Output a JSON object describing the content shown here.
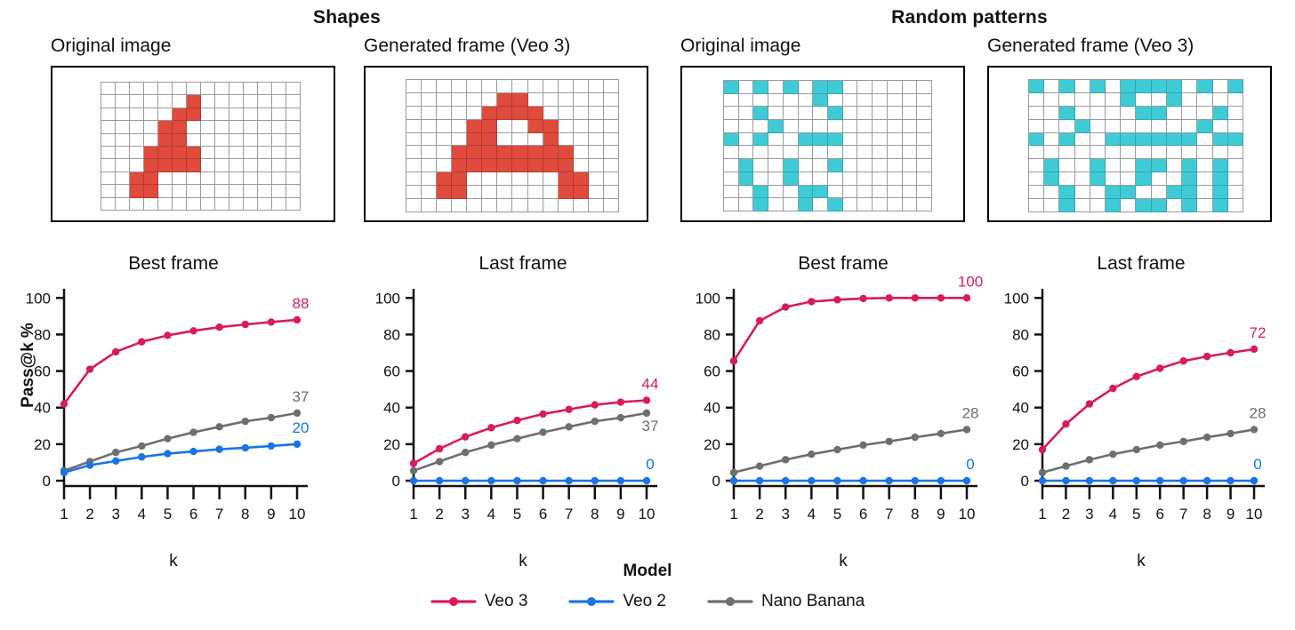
{
  "groups": [
    {
      "title": "Shapes"
    },
    {
      "title": "Random patterns"
    }
  ],
  "image_panels": [
    {
      "caption": "Original image",
      "color": "#e04b3e",
      "group": "Shapes"
    },
    {
      "caption": "Generated frame (Veo 3)",
      "color": "#e04b3e",
      "group": "Shapes"
    },
    {
      "caption": "Original image",
      "color": "#3fcbd6",
      "group": "Random patterns"
    },
    {
      "caption": "Generated frame (Veo 3)",
      "color": "#3fcbd6",
      "group": "Random patterns"
    }
  ],
  "grids": {
    "shapes_original": {
      "cols": 14,
      "rows": 10,
      "on": [
        [
          1,
          6
        ],
        [
          2,
          5
        ],
        [
          2,
          6
        ],
        [
          3,
          4
        ],
        [
          3,
          5
        ],
        [
          4,
          4
        ],
        [
          4,
          5
        ],
        [
          5,
          3
        ],
        [
          5,
          4
        ],
        [
          5,
          5
        ],
        [
          5,
          6
        ],
        [
          6,
          3
        ],
        [
          6,
          4
        ],
        [
          6,
          5
        ],
        [
          6,
          6
        ],
        [
          7,
          2
        ],
        [
          7,
          3
        ],
        [
          8,
          2
        ],
        [
          8,
          3
        ]
      ]
    },
    "shapes_generated": {
      "cols": 14,
      "rows": 10,
      "on": [
        [
          1,
          6
        ],
        [
          1,
          7
        ],
        [
          2,
          5
        ],
        [
          2,
          6
        ],
        [
          2,
          7
        ],
        [
          2,
          8
        ],
        [
          3,
          4
        ],
        [
          3,
          5
        ],
        [
          3,
          8
        ],
        [
          3,
          9
        ],
        [
          4,
          4
        ],
        [
          4,
          5
        ],
        [
          4,
          9
        ],
        [
          5,
          3
        ],
        [
          5,
          4
        ],
        [
          5,
          5
        ],
        [
          5,
          6
        ],
        [
          5,
          7
        ],
        [
          5,
          8
        ],
        [
          5,
          9
        ],
        [
          5,
          10
        ],
        [
          6,
          3
        ],
        [
          6,
          4
        ],
        [
          6,
          5
        ],
        [
          6,
          6
        ],
        [
          6,
          7
        ],
        [
          6,
          8
        ],
        [
          6,
          9
        ],
        [
          6,
          10
        ],
        [
          7,
          2
        ],
        [
          7,
          3
        ],
        [
          7,
          10
        ],
        [
          7,
          11
        ],
        [
          8,
          2
        ],
        [
          8,
          3
        ],
        [
          8,
          10
        ],
        [
          8,
          11
        ]
      ]
    },
    "random_original": {
      "cols": 14,
      "rows": 10,
      "on": [
        [
          0,
          0
        ],
        [
          0,
          2
        ],
        [
          0,
          4
        ],
        [
          0,
          6
        ],
        [
          0,
          7
        ],
        [
          1,
          6
        ],
        [
          2,
          2
        ],
        [
          2,
          7
        ],
        [
          3,
          3
        ],
        [
          4,
          0
        ],
        [
          4,
          2
        ],
        [
          4,
          5
        ],
        [
          4,
          6
        ],
        [
          4,
          7
        ],
        [
          6,
          1
        ],
        [
          6,
          4
        ],
        [
          6,
          7
        ],
        [
          7,
          1
        ],
        [
          7,
          4
        ],
        [
          8,
          2
        ],
        [
          8,
          5
        ],
        [
          8,
          6
        ],
        [
          9,
          2
        ],
        [
          9,
          5
        ],
        [
          9,
          7
        ]
      ]
    },
    "random_generated": {
      "cols": 14,
      "rows": 10,
      "on": [
        [
          0,
          0
        ],
        [
          0,
          2
        ],
        [
          0,
          4
        ],
        [
          0,
          6
        ],
        [
          0,
          7
        ],
        [
          0,
          8
        ],
        [
          0,
          9
        ],
        [
          0,
          11
        ],
        [
          0,
          13
        ],
        [
          1,
          6
        ],
        [
          1,
          9
        ],
        [
          2,
          2
        ],
        [
          2,
          7
        ],
        [
          2,
          8
        ],
        [
          2,
          12
        ],
        [
          3,
          3
        ],
        [
          3,
          11
        ],
        [
          4,
          0
        ],
        [
          4,
          2
        ],
        [
          4,
          5
        ],
        [
          4,
          6
        ],
        [
          4,
          7
        ],
        [
          4,
          8
        ],
        [
          4,
          9
        ],
        [
          4,
          10
        ],
        [
          4,
          12
        ],
        [
          4,
          13
        ],
        [
          6,
          1
        ],
        [
          6,
          4
        ],
        [
          6,
          7
        ],
        [
          6,
          8
        ],
        [
          6,
          10
        ],
        [
          6,
          12
        ],
        [
          7,
          1
        ],
        [
          7,
          4
        ],
        [
          7,
          7
        ],
        [
          7,
          10
        ],
        [
          7,
          12
        ],
        [
          8,
          2
        ],
        [
          8,
          5
        ],
        [
          8,
          6
        ],
        [
          8,
          9
        ],
        [
          8,
          10
        ],
        [
          8,
          12
        ],
        [
          9,
          2
        ],
        [
          9,
          5
        ],
        [
          9,
          7
        ],
        [
          9,
          8
        ],
        [
          9,
          10
        ],
        [
          9,
          12
        ]
      ]
    }
  },
  "axes": {
    "ylabel": "Pass@k %",
    "xlabel": "k",
    "y_ticks": [
      0,
      20,
      40,
      60,
      80,
      100
    ],
    "x_ticks": [
      1,
      2,
      3,
      4,
      5,
      6,
      7,
      8,
      9,
      10
    ],
    "ylim": [
      0,
      105
    ],
    "xlim": [
      1,
      10
    ]
  },
  "legend": {
    "title": "Model",
    "entries": [
      {
        "label": "Veo 3",
        "color": "#d81b60"
      },
      {
        "label": "Veo 2",
        "color": "#1a73e8"
      },
      {
        "label": "Nano Banana",
        "color": "#6e6e6e"
      }
    ]
  },
  "chart_data": [
    {
      "type": "line",
      "title": "Best frame",
      "group": "Shapes",
      "xlabel": "k",
      "ylabel": "Pass@k %",
      "x": [
        1,
        2,
        3,
        4,
        5,
        6,
        7,
        8,
        9,
        10
      ],
      "ylim": [
        0,
        105
      ],
      "grid": false,
      "legend_position": "bottom",
      "series": [
        {
          "name": "Veo 3",
          "color": "#d81b60",
          "values": [
            42,
            61,
            70.5,
            76,
            79.5,
            82,
            84,
            85.5,
            86.8,
            88
          ],
          "end_label": "88"
        },
        {
          "name": "Nano Banana",
          "color": "#6e6e6e",
          "values": [
            5.5,
            10.5,
            15.5,
            19,
            23,
            26.5,
            29.5,
            32.5,
            34.5,
            37
          ],
          "end_label": "37"
        },
        {
          "name": "Veo 2",
          "color": "#1a73e8",
          "values": [
            4.5,
            8.5,
            10.8,
            13,
            14.8,
            16,
            17.2,
            18,
            19,
            20
          ],
          "end_label": "20"
        }
      ]
    },
    {
      "type": "line",
      "title": "Last frame",
      "group": "Shapes",
      "xlabel": "k",
      "ylabel": "Pass@k %",
      "x": [
        1,
        2,
        3,
        4,
        5,
        6,
        7,
        8,
        9,
        10
      ],
      "ylim": [
        0,
        105
      ],
      "grid": false,
      "legend_position": "bottom",
      "series": [
        {
          "name": "Veo 3",
          "color": "#d81b60",
          "values": [
            9.5,
            17.5,
            24,
            29,
            33,
            36.5,
            39,
            41.5,
            43,
            44
          ],
          "end_label": "44"
        },
        {
          "name": "Nano Banana",
          "color": "#6e6e6e",
          "values": [
            5.5,
            10.5,
            15.5,
            19.5,
            23,
            26.5,
            29.5,
            32.5,
            34.5,
            37
          ],
          "end_label": "37"
        },
        {
          "name": "Veo 2",
          "color": "#1a73e8",
          "values": [
            0,
            0,
            0,
            0,
            0,
            0,
            0,
            0,
            0,
            0
          ],
          "end_label": "0"
        }
      ]
    },
    {
      "type": "line",
      "title": "Best frame",
      "group": "Random patterns",
      "xlabel": "k",
      "ylabel": "Pass@k %",
      "x": [
        1,
        2,
        3,
        4,
        5,
        6,
        7,
        8,
        9,
        10
      ],
      "ylim": [
        0,
        105
      ],
      "grid": false,
      "legend_position": "bottom",
      "series": [
        {
          "name": "Veo 3",
          "color": "#d81b60",
          "values": [
            65.5,
            87.5,
            95,
            98,
            99,
            99.7,
            100,
            100,
            100,
            100
          ],
          "end_label": "100"
        },
        {
          "name": "Nano Banana",
          "color": "#6e6e6e",
          "values": [
            4.5,
            8,
            11.5,
            14.5,
            17,
            19.5,
            21.5,
            23.8,
            25.8,
            28
          ],
          "end_label": "28"
        },
        {
          "name": "Veo 2",
          "color": "#1a73e8",
          "values": [
            0,
            0,
            0,
            0,
            0,
            0,
            0,
            0,
            0,
            0
          ],
          "end_label": "0"
        }
      ]
    },
    {
      "type": "line",
      "title": "Last frame",
      "group": "Random patterns",
      "xlabel": "k",
      "ylabel": "Pass@k %",
      "x": [
        1,
        2,
        3,
        4,
        5,
        6,
        7,
        8,
        9,
        10
      ],
      "ylim": [
        0,
        105
      ],
      "grid": false,
      "legend_position": "bottom",
      "series": [
        {
          "name": "Veo 3",
          "color": "#d81b60",
          "values": [
            17,
            31,
            42,
            50.5,
            57,
            61.5,
            65.5,
            68,
            70,
            72
          ],
          "end_label": "72"
        },
        {
          "name": "Nano Banana",
          "color": "#6e6e6e",
          "values": [
            4.5,
            8,
            11.5,
            14.5,
            17,
            19.5,
            21.5,
            23.8,
            25.8,
            28
          ],
          "end_label": "28"
        },
        {
          "name": "Veo 2",
          "color": "#1a73e8",
          "values": [
            0,
            0,
            0,
            0,
            0,
            0,
            0,
            0,
            0,
            0
          ],
          "end_label": "0"
        }
      ]
    }
  ]
}
